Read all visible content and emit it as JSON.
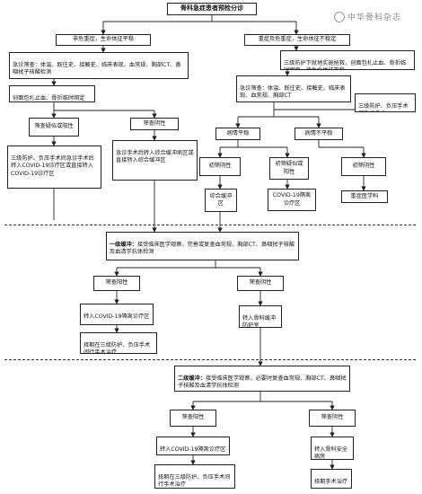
{
  "title": "骨科急症患者预检分诊",
  "watermark": "中华骨科杂志",
  "left": {
    "condition": "非危重症，生命体征平稳",
    "screening": "急诊筛查：体温、既往史、接触史、临床表现、血常规、胸部CT、鼻咽拭子核酸检测",
    "temp_care": "创面包扎止血、骨折临时固定",
    "suspected": "筛查疑似或阳性",
    "suspected_action": "三级防护、负压手术间急诊手术后转入COVID-19诊疗区或直接转入COVID-19诊疗区",
    "negative": "筛查阴性",
    "negative_action": "急诊手术后转入综合缓冲病区或直接转入综合缓冲区"
  },
  "right": {
    "condition": "重症及危重症，生命体征不稳定",
    "rescue": "三级防护下就地实施抢救，创面包扎止血、骨折临时固定，待生命体征平稳",
    "screening": "急诊筛查：体温、既往史、接触史、临床表现、血常规、胸部CT",
    "emergency_surgery": "三级防护、负压手术间急诊手术",
    "stable": "病情平稳",
    "unstable": "病情不平稳",
    "initial_negative_1": "初筛阴性",
    "initial_positive": "初筛疑似或阳性",
    "initial_negative_2": "初筛阴性",
    "comprehensive_buffer": "综合缓冲区",
    "covid_isolation": "COVID-19隔离诊疗区",
    "icu": "重症医学科"
  },
  "level1": {
    "label": "一级缓冲：",
    "text": "接受临床医学观察，完善或复查血常规、胸部CT、鼻咽拭子核酸及血清学抗体检测",
    "positive": "筛查阳性",
    "negative": "筛查阴性",
    "positive_action": "转入COVID-19隔离诊疗区",
    "positive_surgery": "择期在三级防护、负压手术间行手术治疗",
    "negative_action": "转入骨科缓冲防护室"
  },
  "level2": {
    "label": "二级缓冲：",
    "text": "接受临床医学观察，必要时复查血常规、胸部CT、鼻咽拭子核酸及血清学抗体检测",
    "positive": "筛查阳性",
    "negative": "筛查阴性",
    "positive_action": "转入COVID-19隔离诊疗区",
    "positive_surgery": "择期在三级防护、负压手术间行手术治疗",
    "negative_action": "转入骨科安全病房",
    "negative_surgery": "择期手术治疗"
  }
}
